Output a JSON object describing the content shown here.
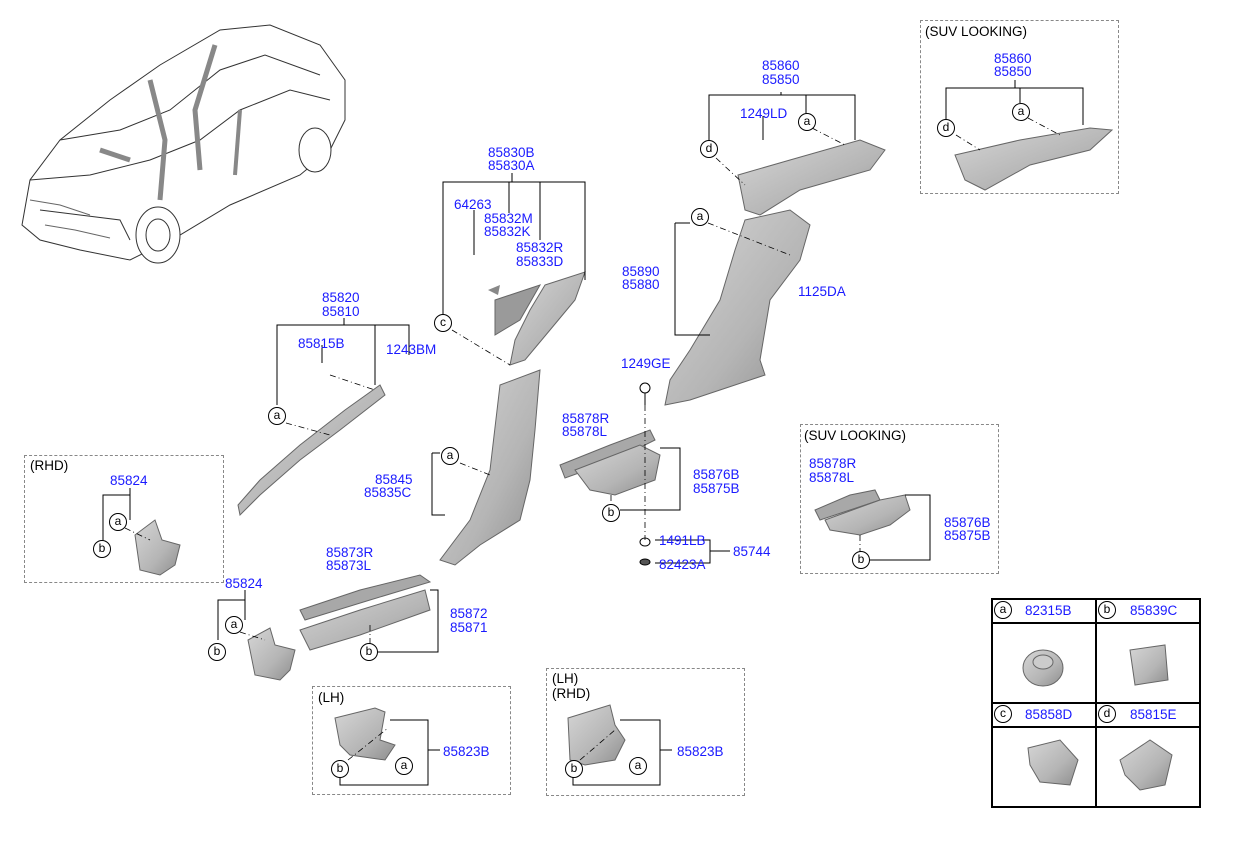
{
  "labels": {
    "p85860": "85860",
    "p85850": "85850",
    "p1249LD": "1249LD",
    "suv_top_title": "(SUV LOOKING)",
    "suv_top_85860": "85860",
    "suv_top_85850": "85850",
    "p85830B": "85830B",
    "p85830A": "85830A",
    "p64263": "64263",
    "p85832M": "85832M",
    "p85832K": "85832K",
    "p85832R": "85832R",
    "p85833D": "85833D",
    "p85890": "85890",
    "p85880": "85880",
    "p1125DA": "1125DA",
    "p85820": "85820",
    "p85810": "85810",
    "p85815B": "85815B",
    "p1243BM": "1243BM",
    "p1249GE": "1249GE",
    "p85878R": "85878R",
    "p85878L": "85878L",
    "p85876B": "85876B",
    "p85875B": "85875B",
    "p85845": "85845",
    "p85835C": "85835C",
    "p1491LB": "1491LB",
    "p82423A": "82423A",
    "p85744": "85744",
    "rhd_title": "(RHD)",
    "rhd_85824": "85824",
    "p85824": "85824",
    "p85873R": "85873R",
    "p85873L": "85873L",
    "p85872": "85872",
    "p85871": "85871",
    "suv_mid_title": "(SUV LOOKING)",
    "suv_mid_85878R": "85878R",
    "suv_mid_85878L": "85878L",
    "suv_mid_85876B": "85876B",
    "suv_mid_85875B": "85875B",
    "lh_title": "(LH)",
    "lh_85823B": "85823B",
    "lhrhd_title1": "(LH)",
    "lhrhd_title2": "(RHD)",
    "lhrhd_85823B": "85823B"
  },
  "callouts": {
    "a": "a",
    "b": "b",
    "c": "c",
    "d": "d"
  },
  "legend": {
    "a_letter": "a",
    "a_part": "82315B",
    "b_letter": "b",
    "b_part": "85839C",
    "c_letter": "c",
    "c_part": "85858D",
    "d_letter": "d",
    "d_part": "85815E"
  },
  "colors": {
    "label": "#1a1aff",
    "part_fill": "#bdbdbd",
    "part_dark": "#8a8a8a",
    "line": "#000000",
    "dashed_box": "#888888"
  }
}
